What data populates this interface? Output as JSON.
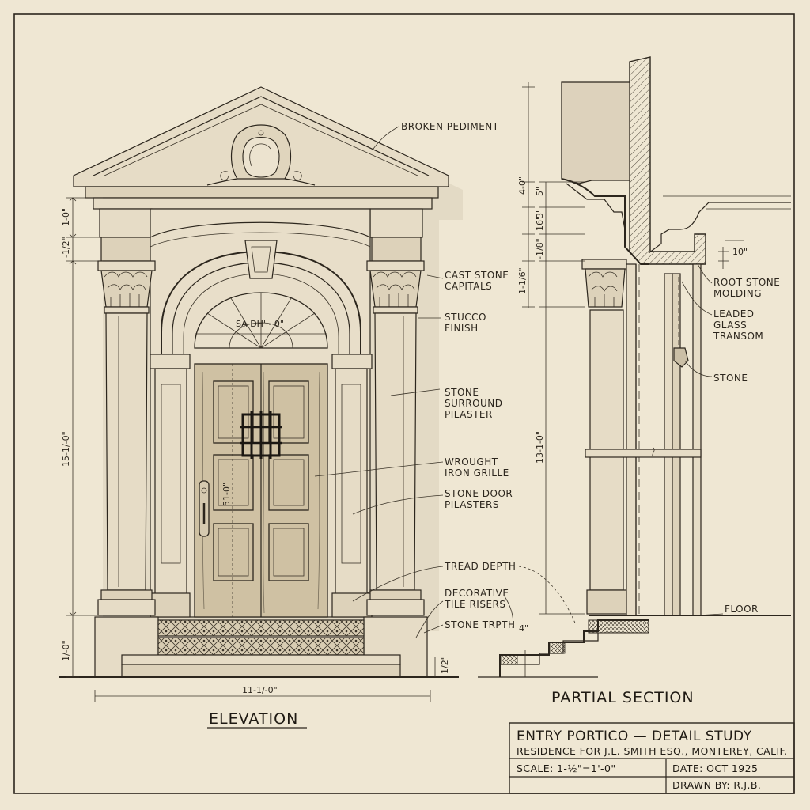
{
  "labels": {
    "broken_pediment": "BROKEN PEDIMENT",
    "cast_stone_capitals": [
      "CAST STONE",
      "CAPITALS"
    ],
    "stucco_finish": [
      "STUCCO",
      "FINISH"
    ],
    "stone_surround_pilaster": [
      "STONE",
      "SURROUND",
      "PILASTER"
    ],
    "wrought_iron_grille": [
      "WROUGHT",
      "IRON GRILLE"
    ],
    "stone_door_pilasters": [
      "STONE DOOR",
      "PILASTERS"
    ],
    "tread_depth": "TREAD DEPTH",
    "decorative_tile_risers": [
      "DECORATIVE",
      "TILE RISERS"
    ],
    "stone_trpth": "STONE TRPTH",
    "root_stone_molding": [
      "ROOT STONE",
      "MOLDING"
    ],
    "leaded_glass_transom": [
      "LEADED",
      "GLASS",
      "TRANSOM"
    ],
    "stone": "STONE",
    "floor": "FLOOR"
  },
  "dimensions": {
    "elev_top": "1-0\"",
    "elev_half": "-1/2\"",
    "elev_height": "15-1/-0\"",
    "elev_base": "1/-0\"",
    "elev_width": "11-1/-0\"",
    "door_height": "51-0\"",
    "transom": "SA DH' - 0\"",
    "step_half": "1/2\"",
    "sec_4": "4-0\"",
    "sec_5": "5\"",
    "sec_3": "3\"",
    "sec_16": "16\"",
    "sec_18": "-1/8\"",
    "sec_116": "1-1/6\"",
    "sec_13": "13-1-0\"",
    "sec_4in": "4\"",
    "sec_10": "10\""
  },
  "views": {
    "elevation": "ELEVATION",
    "section": "PARTIAL SECTION"
  },
  "title_block": {
    "title": "ENTRY PORTICO — DETAIL STUDY",
    "subtitle": "RESIDENCE FOR J.L. SMITH ESQ., MONTEREY, CALIF.",
    "scale": "SCALE: 1-½\"=1'-0\"",
    "date": "DATE: OCT 1925",
    "drawn_by": "DRAWN BY: R.J.B."
  }
}
